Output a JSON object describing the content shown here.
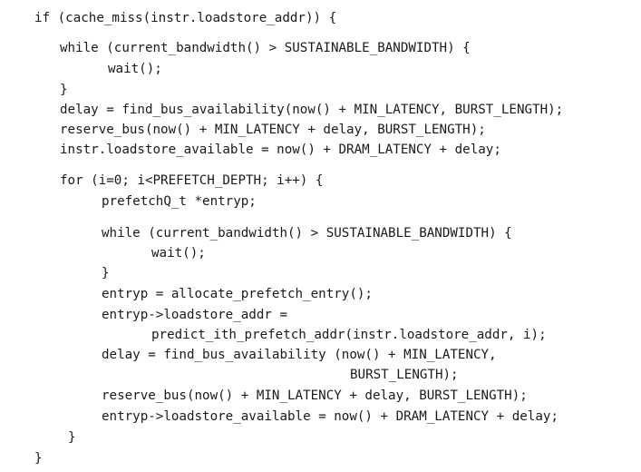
{
  "code_lines": [
    "if (cache_miss(instr.loadstore_addr)) {",
    "while (current_bandwidth() > SUSTAINABLE_BANDWIDTH) {",
    "wait();",
    "}",
    "delay = find_bus_availability(now() + MIN_LATENCY, BURST_LENGTH);",
    "reserve_bus(now() + MIN_LATENCY + delay, BURST_LENGTH);",
    "instr.loadstore_available = now() + DRAM_LATENCY + delay;",
    "for (i=0; i<PREFETCH_DEPTH; i++) {",
    "prefetchQ_t *entryp;",
    "while (current_bandwidth() > SUSTAINABLE_BANDWIDTH) {",
    "wait();",
    "}",
    "entryp = allocate_prefetch_entry();",
    "entryp->loadstore_addr =",
    "predict_ith_prefetch_addr(instr.loadstore_addr, i);",
    "delay = find_bus_availability (now() + MIN_LATENCY,",
    "BURST_LENGTH);",
    "reserve_bus(now() + MIN_LATENCY + delay, BURST_LENGTH);",
    "entryp->loadstore_available = now() + DRAM_LATENCY + delay;",
    "}",
    "}"
  ]
}
